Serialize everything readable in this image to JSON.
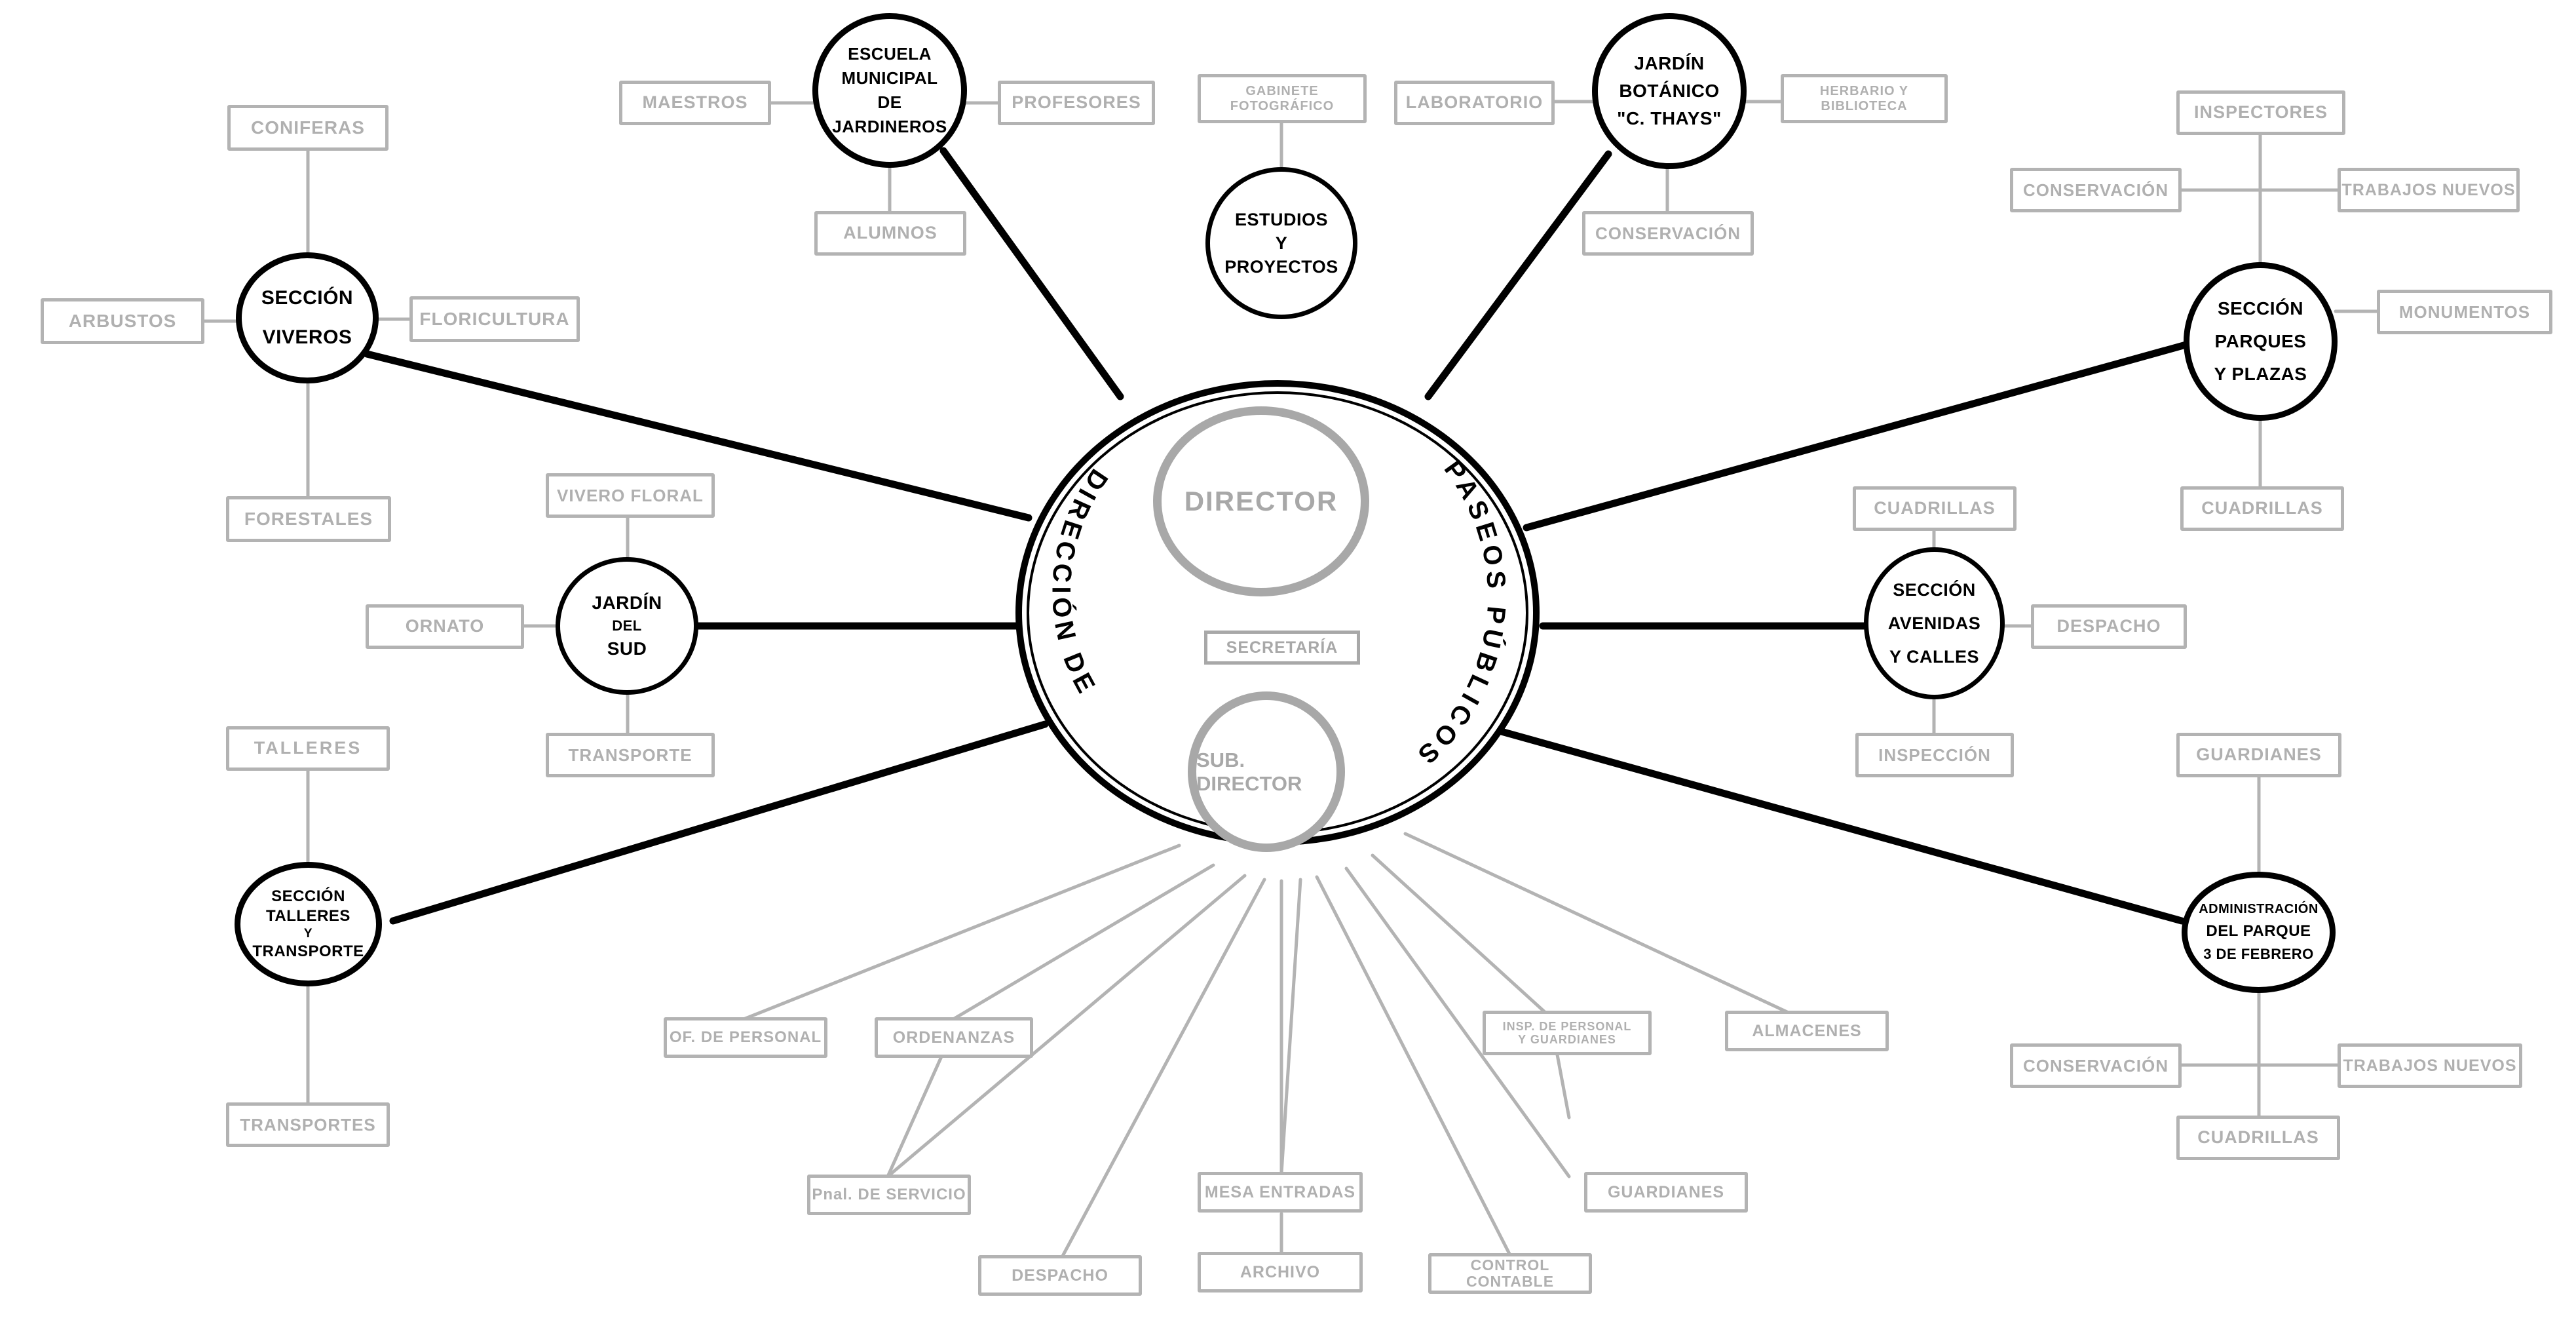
{
  "hub": {
    "arc_left": "DIRECCIÓN DE",
    "arc_right": "PASEOS PÚBLICOS",
    "director": "DIRECTOR",
    "secretaria": "SECRETARÍA",
    "subdirector": "SUB. DIRECTOR"
  },
  "colors": {
    "ink": "#000000",
    "muted": "#b3b3b3",
    "hub_inner": "#a8a8a8",
    "background": "#ffffff"
  },
  "nodes": {
    "viveros": {
      "l1": "SECCIÓN",
      "l2": "VIVEROS"
    },
    "escuela": {
      "l1": "ESCUELA",
      "l2": "MUNICIPAL",
      "l3": "DE",
      "l4": "JARDINEROS"
    },
    "estudios": {
      "l1": "ESTUDIOS",
      "l2": "Y",
      "l3": "PROYECTOS"
    },
    "botanico": {
      "l1": "JARDÍN",
      "l2": "BOTÁNICO",
      "l3": "\"C. THAYS\""
    },
    "parques": {
      "l1": "SECCIÓN",
      "l2": "PARQUES",
      "l3": "Y PLAZAS"
    },
    "avenidas": {
      "l1": "SECCIÓN",
      "l2": "AVENIDAS",
      "l3": "Y CALLES"
    },
    "jardinsud": {
      "l1": "JARDÍN",
      "l2": "DEL",
      "l3": "SUD"
    },
    "talleres": {
      "l1": "SECCIÓN",
      "l2": "TALLERES",
      "l3": "Y",
      "l4": "TRANSPORTE"
    },
    "parque3f": {
      "l1": "ADMINISTRACIÓN",
      "l2": "DEL PARQUE",
      "l3": "3 DE FEBRERO"
    }
  },
  "leaves": {
    "coniferas": "CONIFERAS",
    "arbustos": "ARBUSTOS",
    "floricultura": "FLORICULTURA",
    "forestales": "FORESTALES",
    "maestros": "MAESTROS",
    "profesores": "PROFESORES",
    "alumnos": "ALUMNOS",
    "gabinete_1": "GABINETE",
    "gabinete_2": "FOTOGRÁFICO",
    "laboratorio": "LABORATORIO",
    "herbario_1": "HERBARIO Y",
    "herbario_2": "BIBLIOTECA",
    "conservacion_botanico": "CONSERVACIÓN",
    "inspectores": "INSPECTORES",
    "conservacion_parques": "CONSERVACIÓN",
    "trabajos_nuevos_parques": "TRABAJOS NUEVOS",
    "monumentos": "MONUMENTOS",
    "cuadrillas_parques": "CUADRILLAS",
    "cuadrillas_avenidas": "CUADRILLAS",
    "despacho_avenidas": "DESPACHO",
    "inspeccion": "INSPECCIÓN",
    "guardianes_parque3f": "GUARDIANES",
    "conservacion_parque3f": "CONSERVACIÓN",
    "trabajos_nuevos_parque3f": "TRABAJOS NUEVOS",
    "cuadrillas_parque3f": "CUADRILLAS",
    "vivero_floral": "VIVERO FLORAL",
    "ornato": "ORNATO",
    "transporte_sud": "TRANSPORTE",
    "talleres_leaf": "TALLERES",
    "transportes_leaf": "TRANSPORTES",
    "of_personal": "OF. DE PERSONAL",
    "ordenanzas": "ORDENANZAS",
    "pnal_servicio": "Pnal. DE SERVICIO",
    "despacho_fan": "DESPACHO",
    "mesa_entradas": "MESA ENTRADAS",
    "archivo": "ARCHIVO",
    "control_contable": "CONTROL CONTABLE",
    "insp_personal_1": "INSP. DE PERSONAL",
    "insp_personal_2": "Y GUARDIANES",
    "guardianes_fan": "GUARDIANES",
    "almacenes": "ALMACENES"
  }
}
